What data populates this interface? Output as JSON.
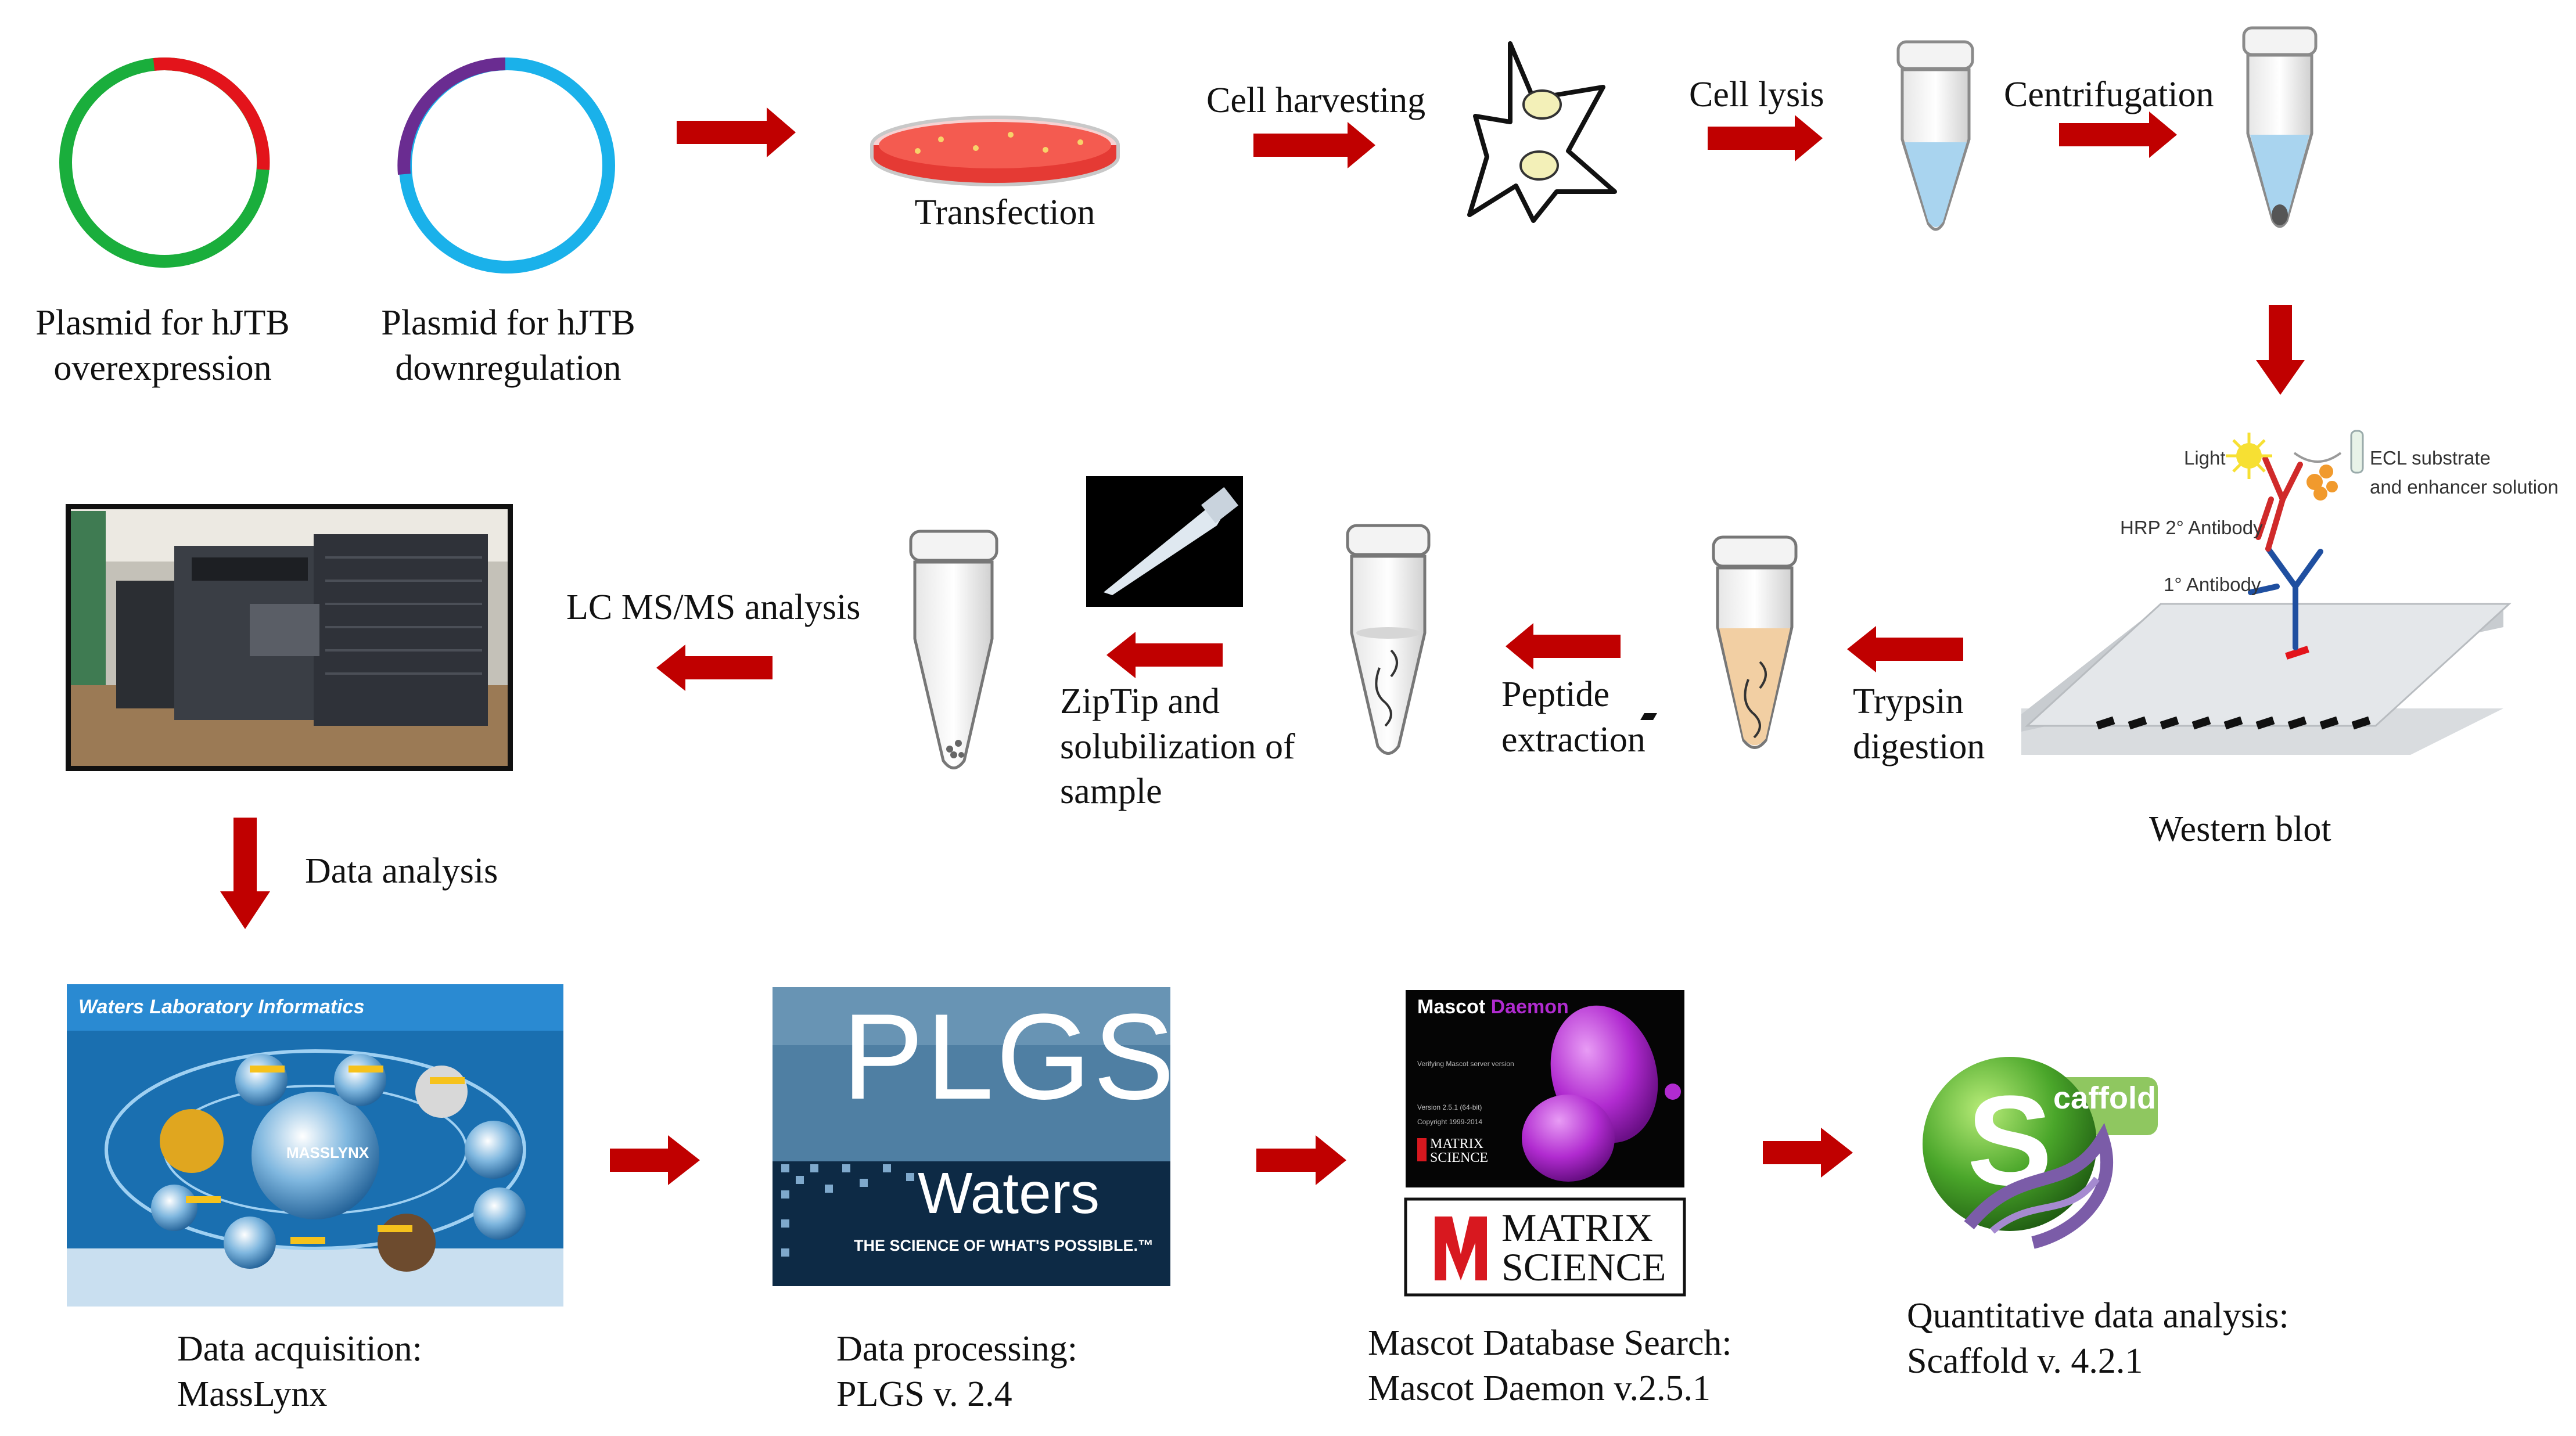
{
  "colors": {
    "arrow": "#c00000",
    "plasmid_overexpression": [
      "#1aae3c",
      "#e3141b"
    ],
    "plasmid_downregulation": [
      "#1ab1ea",
      "#6a2c91"
    ],
    "tube_liquid": "#a9d4ef",
    "digest_liquid": "#f2cfa3"
  },
  "row1": {
    "plasmid_over_label": [
      "Plasmid for  hJTB",
      "overexpression"
    ],
    "plasmid_down_label": [
      "Plasmid for  hJTB",
      "downregulation"
    ],
    "transfection": "Transfection",
    "cell_harvesting": "Cell harvesting",
    "cell_lysis": "Cell lysis",
    "centrifugation": "Centrifugation"
  },
  "western": {
    "caption": "Western blot",
    "light": "Light",
    "ecl": [
      "ECL substrate",
      "and enhancer solution"
    ],
    "hrp": "HRP 2° Antibody",
    "primary": "1° Antibody"
  },
  "row2": {
    "trypsin": [
      "Trypsin",
      "digestion"
    ],
    "peptide": [
      "Peptide",
      "extraction"
    ],
    "ziptip": [
      "ZipTip and",
      "solubilization of",
      "sample"
    ],
    "lcms": "LC MS/MS analysis",
    "data_analysis": "Data analysis"
  },
  "row3": {
    "masslynx_caption": [
      "Data acquisition:",
      "MassLynx"
    ],
    "masslynx_banner": "Waters Laboratory Informatics",
    "masslynx_center": "MASSLYNX",
    "plgs_caption": [
      "Data processing:",
      "PLGS v. 2.4"
    ],
    "plgs_title": "PLGS",
    "plgs_brand": "Waters",
    "plgs_tagline": "THE SCIENCE OF WHAT'S POSSIBLE.™",
    "mascot_caption": [
      "Mascot Database Search:",
      "Mascot Daemon v.2.5.1"
    ],
    "mascot_title": "Mascot",
    "mascot_title2": "Daemon",
    "mascot_text": [
      "Verifying Mascot server version",
      "Version 2.5.1 (64-bit)",
      "Copyright 1999-2014"
    ],
    "matrix_small": [
      "MATRIX",
      "SCIENCE"
    ],
    "matrix_big": [
      "MATRIX",
      "SCIENCE"
    ],
    "scaffold_caption": [
      "Quantitative data analysis:",
      "Scaffold v. 4.2.1"
    ],
    "scaffold_logo": "caffold"
  }
}
